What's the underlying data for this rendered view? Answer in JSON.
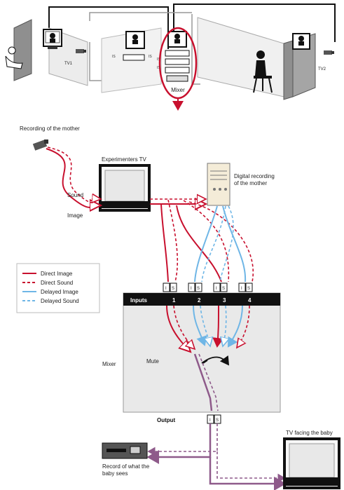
{
  "diagram": {
    "setup_scene": {
      "tv_label_left": "TV1",
      "tv_label_right": "TV2",
      "mixer_label": "Mixer",
      "signal_marks": [
        "IS",
        "IS",
        "IS",
        "IS"
      ]
    },
    "labels": {
      "recording_mother": "Recording of  the mother",
      "experimenters_tv": "Experimenters TV",
      "digital_recording_line1": "Digital recording",
      "digital_recording_line2": "of the mother",
      "sound": "Sound",
      "image": "Image",
      "mixer": "Mixer",
      "mute": "Mute",
      "output": "Output",
      "tv_facing_baby": "TV facing the baby",
      "record_line1": "Record of what the",
      "record_line2": "baby sees"
    },
    "legend": [
      {
        "label": "Direct Image",
        "color": "#c8102e",
        "style": "solid"
      },
      {
        "label": "Direct Sound",
        "color": "#c8102e",
        "style": "dashed"
      },
      {
        "label": "Delayed Image",
        "color": "#6fb6e6",
        "style": "solid"
      },
      {
        "label": "Delayed Sound",
        "color": "#6fb6e6",
        "style": "dashed"
      }
    ],
    "inputs": {
      "title": "Inputs",
      "channels": [
        "1",
        "2",
        "3",
        "4"
      ],
      "port_i": "I",
      "port_s": "S"
    },
    "colors": {
      "direct": "#c8102e",
      "delayed": "#6fb6e6",
      "output": "#8e5a8a",
      "panel": "#e9e9e9"
    }
  }
}
